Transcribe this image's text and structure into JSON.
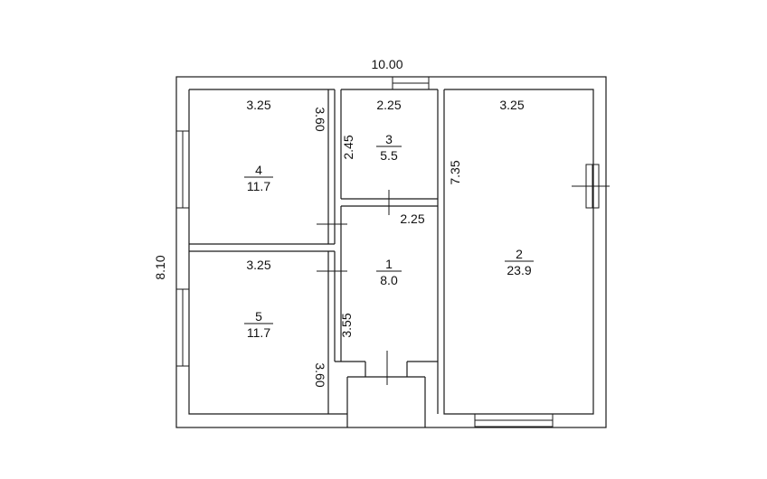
{
  "plan": {
    "overall_width": "10.00",
    "overall_height": "8.10",
    "rooms": [
      {
        "id": "1",
        "number": "1",
        "area": "8.0"
      },
      {
        "id": "2",
        "number": "2",
        "area": "23.9"
      },
      {
        "id": "3",
        "number": "3",
        "area": "5.5"
      },
      {
        "id": "4",
        "number": "4",
        "area": "11.7"
      },
      {
        "id": "5",
        "number": "5",
        "area": "11.7"
      }
    ],
    "dimensions": {
      "room4_width": "3.25",
      "room4_height": "3.60",
      "room3_width": "2.25",
      "room3_height": "2.45",
      "room2_width": "3.25",
      "room2_height": "7.35",
      "room1_width": "2.25",
      "room1_height": "3.55",
      "room5_width": "3.25",
      "room5_height": "3.60"
    }
  }
}
